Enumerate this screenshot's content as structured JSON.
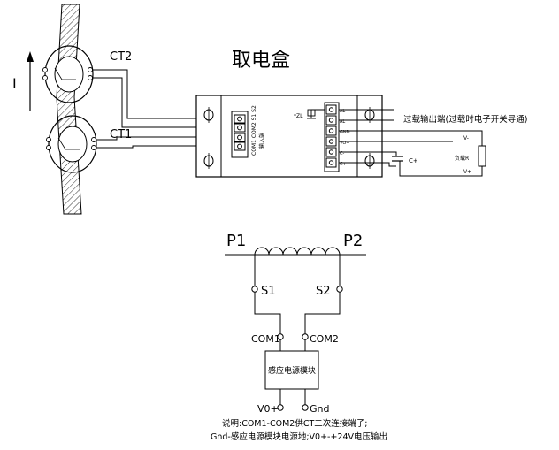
{
  "top": {
    "title": "取电盒",
    "current_label": "I",
    "ct2_label": "CT2",
    "ct1_label": "CT1",
    "overload_label": "过载输出端(过载时电子开关导通)",
    "capacitor_label": "C+",
    "load_label": "负载R",
    "load_vminus": "V-",
    "load_vplus": "V+",
    "left_block_label": "输入端",
    "left_terminal_text": "COM1 COM2 S1 S2",
    "right_terminals": [
      "AL",
      "AL",
      "GND",
      "VO+",
      "C-",
      "C+"
    ],
    "mark_label": "*ZL"
  },
  "bottom": {
    "p1": "P1",
    "p2": "P2",
    "s1": "S1",
    "s2": "S2",
    "com1": "COM1",
    "com2": "COM2",
    "module_label": "感应电源模块",
    "vo_plus": "V0+",
    "gnd": "Gnd",
    "note_line1": "说明:COM1-COM2供CT二次连接端子;",
    "note_line2": "Gnd-感应电源模块电源地;V0+-+24V电压输出"
  }
}
